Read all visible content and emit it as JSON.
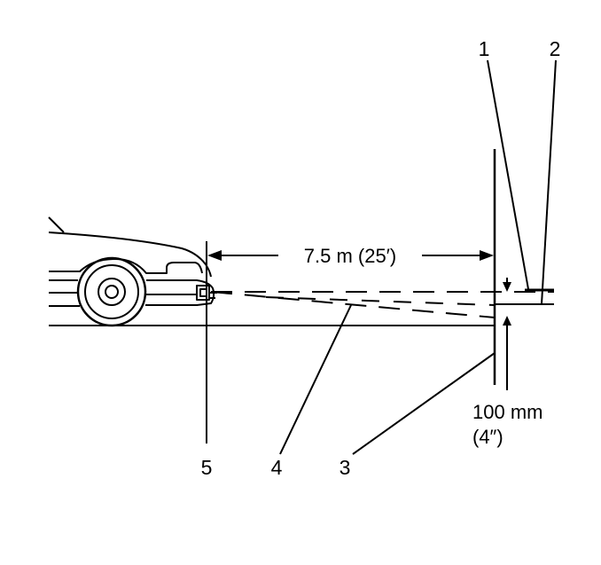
{
  "callouts": {
    "c1": "1",
    "c2": "2",
    "c3": "3",
    "c4": "4",
    "c5": "5"
  },
  "distance_label": "7.5 m (25′)",
  "offset_label": {
    "metric": "100 mm",
    "imperial": "(4″)"
  }
}
